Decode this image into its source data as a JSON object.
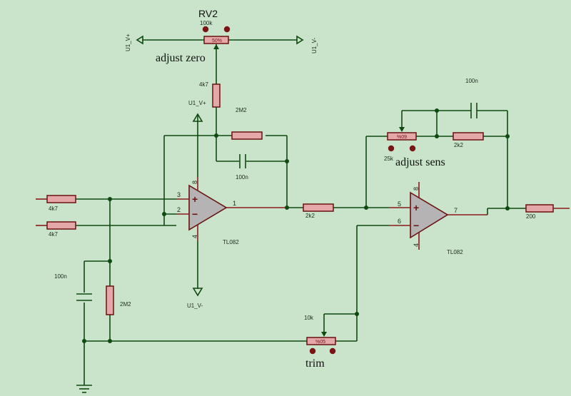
{
  "rv2": {
    "designator": "RV2",
    "value": "100k",
    "wiper": "50%",
    "note": "adjust zero"
  },
  "rails": {
    "u1_vplus": "U1_V+",
    "u1_vminus": "U1_V-"
  },
  "components": {
    "r_zero_feed": "4k7",
    "r_fb1": "2M2",
    "c_fb1": "100n",
    "r_in1": "4k7",
    "r_in2": "4k7",
    "c_bias": "100n",
    "r_bias": "2M2",
    "r_coupling": "2k2",
    "c_fb2": "100n",
    "pot_sens": {
      "value": "25k",
      "wiper": "%09",
      "note": "adjust sens"
    },
    "r_fb2": "2k2",
    "pot_trim": {
      "value": "10k",
      "wiper": "%05",
      "note": "trim"
    },
    "r_out": "200"
  },
  "opamp1": {
    "model": "TL082",
    "pins": {
      "in_plus": "3",
      "in_minus": "2",
      "out": "1",
      "vplus": "8",
      "vminus": "4"
    },
    "plus_sign": "+",
    "minus_sign": "−"
  },
  "opamp2": {
    "model": "TL082",
    "pins": {
      "in_plus": "5",
      "in_minus": "6",
      "out": "7",
      "vplus": "8",
      "vminus": "4"
    },
    "plus_sign": "+",
    "minus_sign": "−"
  }
}
